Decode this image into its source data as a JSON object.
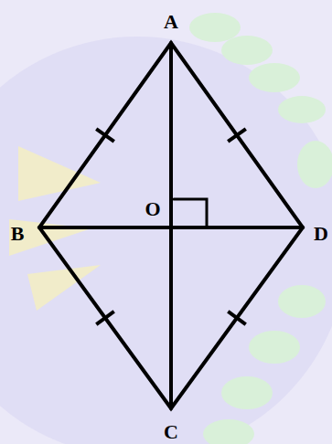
{
  "diagram": {
    "labels": [
      "A",
      "B",
      "C",
      "D",
      "O"
    ]
  }
}
